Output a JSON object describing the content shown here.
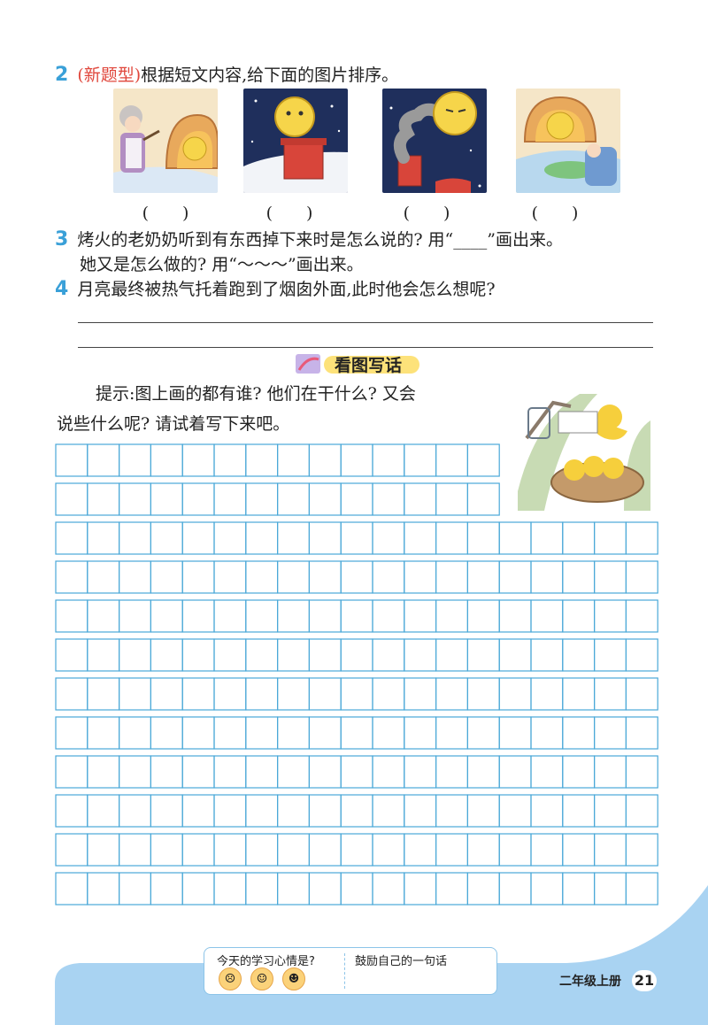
{
  "q2": {
    "number": "2",
    "tag": "(新题型)",
    "text": "根据短文内容,给下面的图片排序。"
  },
  "pictures": [
    {
      "id": "grandma-at-oven",
      "paren": "(　　)"
    },
    {
      "id": "moon-above-chimney",
      "paren": "(　　)"
    },
    {
      "id": "moon-on-smoke",
      "paren": "(　　)"
    },
    {
      "id": "moon-in-oven-grandma-sleeping",
      "paren": "(　　)"
    }
  ],
  "q3": {
    "number": "3",
    "line1": "烤火的老奶奶听到有东西掉下来时是怎么说的? 用“____”画出来。",
    "line2": "她又是怎么做的? 用“～～～”画出来。"
  },
  "q4": {
    "number": "4",
    "text": "月亮最终被热气托着跑到了烟囱外面,此时他会怎么想呢?"
  },
  "section_title": "看图写话",
  "hint": {
    "line1": "提示:图上画的都有谁? 他们在干什么? 又会",
    "line2": "说些什么呢? 请试着写下来吧。"
  },
  "writing_grid": {
    "rows": 12,
    "cols_short": 14,
    "cols_full": 19,
    "short_rows": 2
  },
  "mood": {
    "label": "今天的学习心情是?",
    "encourage_label": "鼓励自己的一句话",
    "faces": [
      "sad",
      "neutral",
      "happy"
    ]
  },
  "footer": {
    "grade": "二年级上册",
    "page": "21"
  },
  "colors": {
    "accent_blue": "#3aa0d8",
    "grid_blue": "#4aa8d8",
    "tag_red": "#e0473c",
    "footer_blue": "#a9d3f2"
  }
}
